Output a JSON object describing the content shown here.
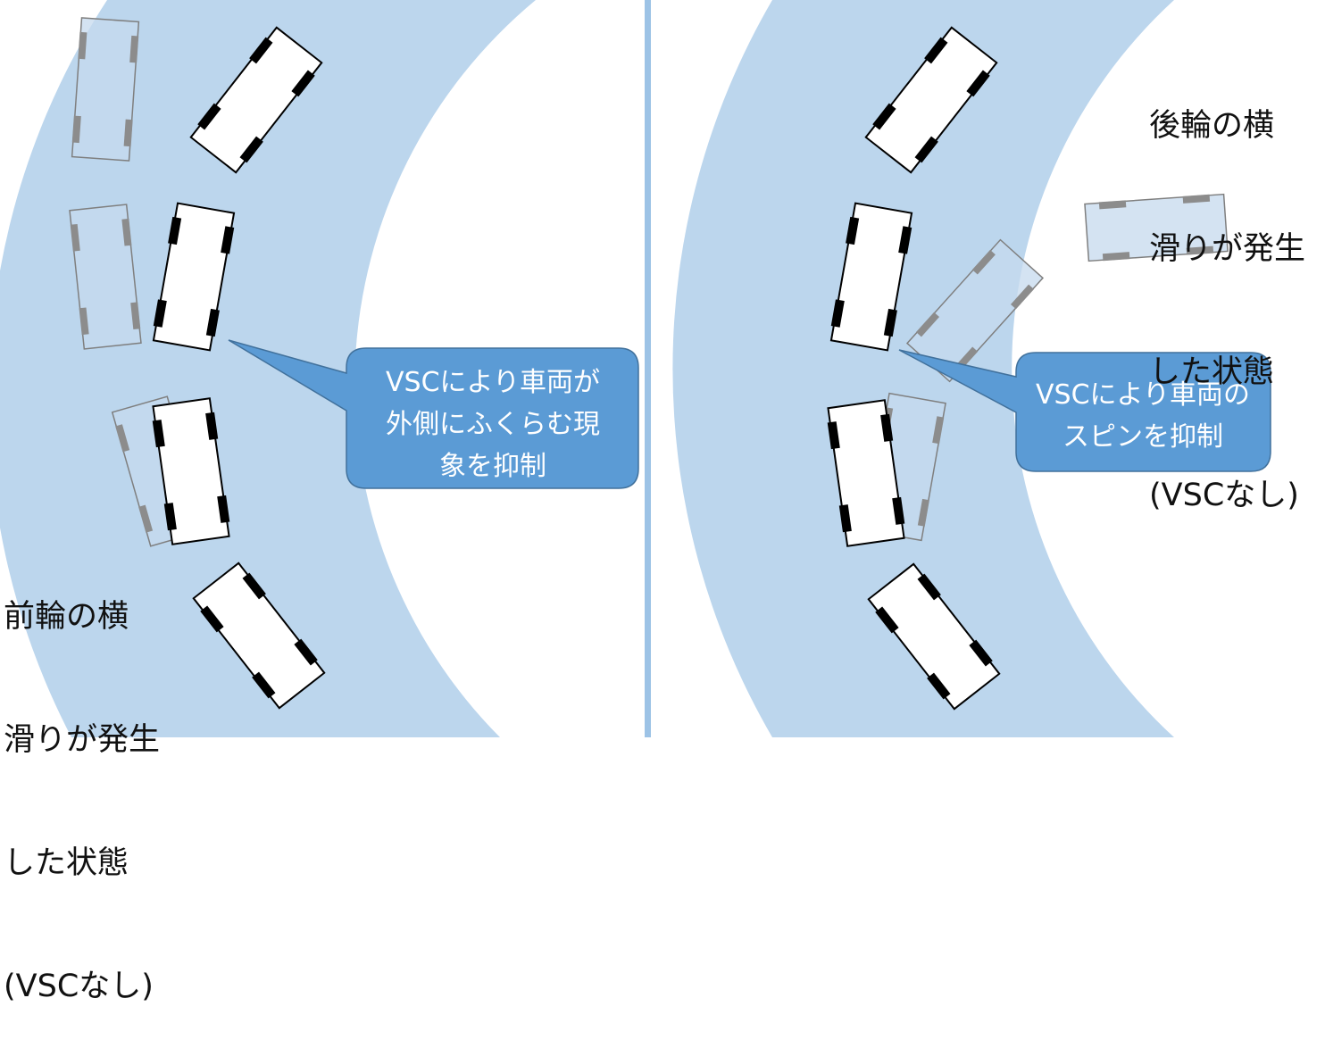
{
  "colors": {
    "road": "#bcd6ed",
    "divider": "#9dc3e6",
    "callout_fill": "#5b9bd5",
    "callout_stroke": "#41719c",
    "car_body": "#ffffff",
    "ghost_body": "#c5d9ee",
    "tire": "#000000",
    "ghost_tire": "#8c8c8c"
  },
  "left_panel": {
    "label_lines": [
      "前輪の横",
      "滑りが発生",
      "した状態",
      "(VSCなし)"
    ],
    "callout_lines": [
      "VSCにより車両が",
      "外側にふくらむ現",
      "象を抑制"
    ]
  },
  "right_panel": {
    "label_lines": [
      "後輪の横",
      "滑りが発生",
      "した状態",
      "(VSCなし)"
    ],
    "callout_lines": [
      "VSCにより車両の",
      "スピンを抑制"
    ]
  }
}
